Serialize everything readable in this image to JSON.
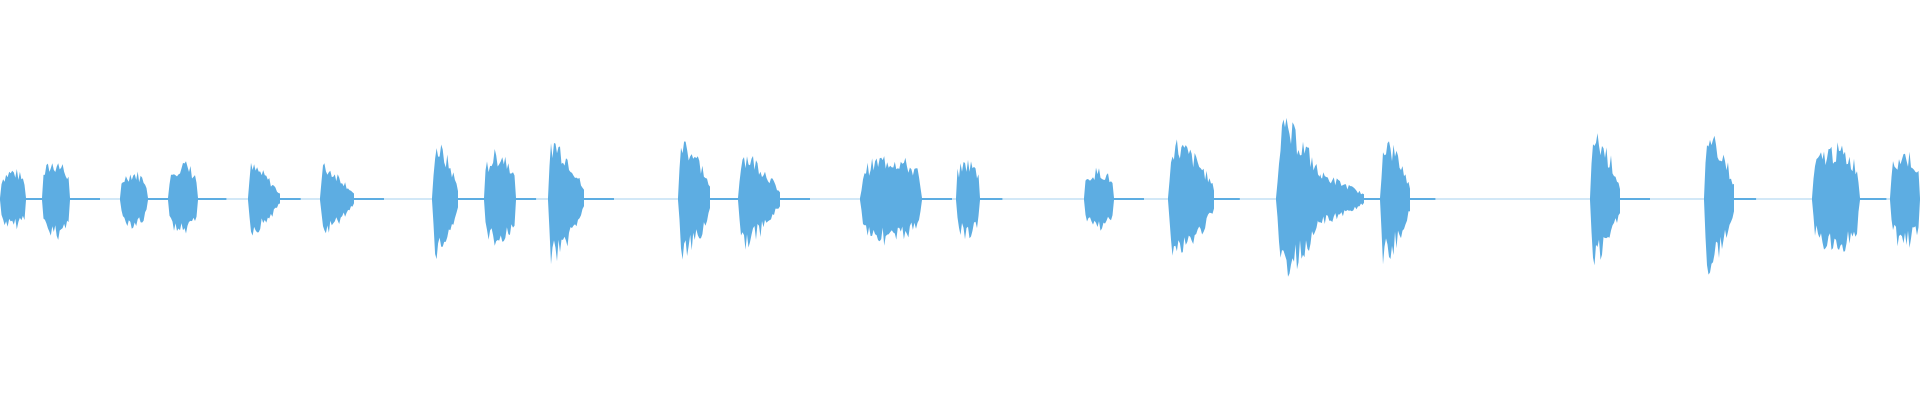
{
  "waveform": {
    "color": "#5dade2",
    "background": "#ffffff",
    "bursts": [
      {
        "amplitude": 0.13,
        "shape": "round"
      },
      {
        "amplitude": 0.17,
        "shape": "round"
      },
      {
        "amplitude": 0.12,
        "shape": "round"
      },
      {
        "amplitude": 0.16,
        "shape": "round"
      },
      {
        "amplitude": 0.15,
        "shape": "decay"
      },
      {
        "amplitude": 0.15,
        "shape": "decay"
      },
      {
        "amplitude": 0.25,
        "shape": "spiky"
      },
      {
        "amplitude": 0.21,
        "shape": "round"
      },
      {
        "amplitude": 0.27,
        "shape": "decay"
      },
      {
        "amplitude": 0.27,
        "shape": "spiky"
      },
      {
        "amplitude": 0.21,
        "shape": "decay"
      },
      {
        "amplitude": 0.19,
        "shape": "round"
      },
      {
        "amplitude": 0.17,
        "shape": "round"
      },
      {
        "amplitude": 0.13,
        "shape": "round"
      },
      {
        "amplitude": 0.26,
        "shape": "spiky"
      },
      {
        "amplitude": 0.15,
        "shape": "decay"
      },
      {
        "amplitude": 0.34,
        "shape": "spiky"
      },
      {
        "amplitude": 0.27,
        "shape": "spiky"
      },
      {
        "amplitude": 0.29,
        "shape": "spiky"
      },
      {
        "amplitude": 0.31,
        "shape": "spiky"
      },
      {
        "amplitude": 0.23,
        "shape": "round"
      },
      {
        "amplitude": 0.21,
        "shape": "round"
      }
    ]
  }
}
